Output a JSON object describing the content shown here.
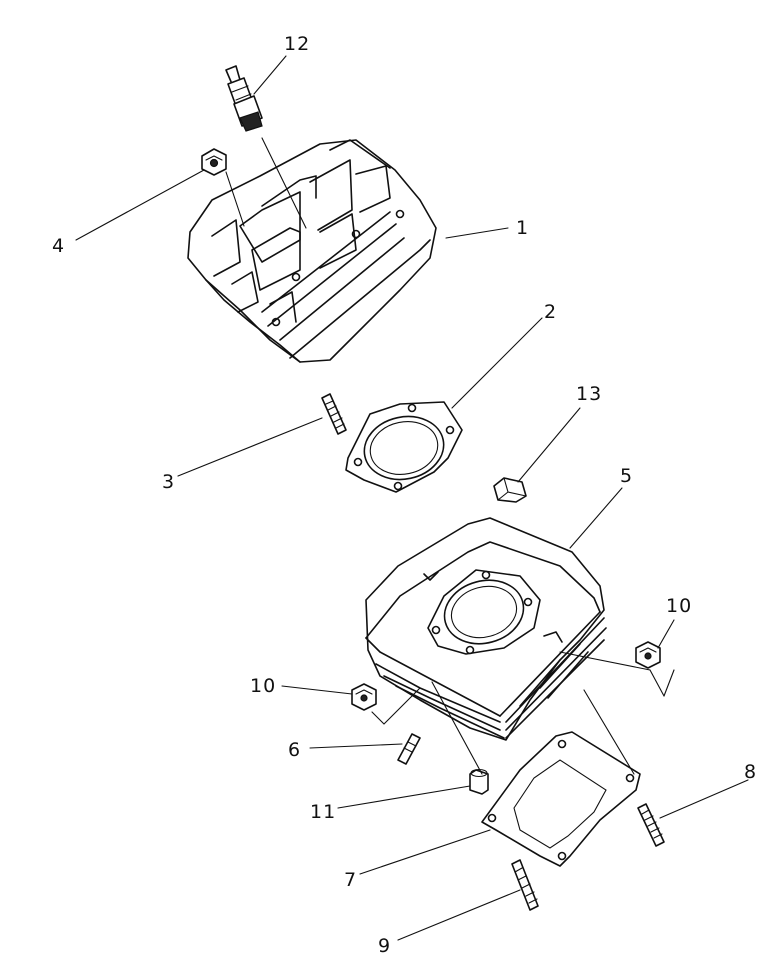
{
  "callouts": [
    {
      "id": "1",
      "text": "1"
    },
    {
      "id": "2",
      "text": "2"
    },
    {
      "id": "3",
      "text": "3"
    },
    {
      "id": "4",
      "text": "4"
    },
    {
      "id": "5",
      "text": "5"
    },
    {
      "id": "6",
      "text": "6"
    },
    {
      "id": "7",
      "text": "7"
    },
    {
      "id": "8",
      "text": "8"
    },
    {
      "id": "9",
      "text": "9"
    },
    {
      "id": "10a",
      "text": "10"
    },
    {
      "id": "10b",
      "text": "10"
    },
    {
      "id": "11",
      "text": "11"
    },
    {
      "id": "12",
      "text": "12"
    },
    {
      "id": "13",
      "text": "13"
    }
  ]
}
